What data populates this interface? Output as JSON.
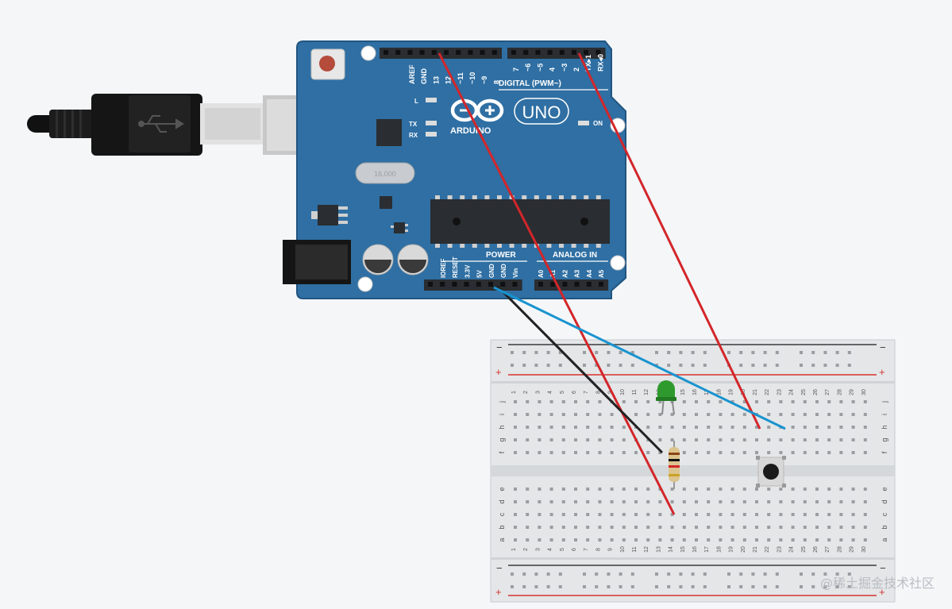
{
  "colors": {
    "board": "#2f6fa3",
    "board_edge": "#22557f",
    "header": "#2a2d31",
    "wire_red": "#d3262a",
    "wire_black": "#222222",
    "wire_blue": "#1893cf",
    "led": "#2e9a2e",
    "breadboard": "#e4e6e8",
    "rail_red": "#d4332f",
    "rail_dark": "#3a3a3a"
  },
  "icons": [
    "usb-symbol-icon",
    "arduino-infinity-logo-icon"
  ],
  "arduino": {
    "brand": "ARDUINO",
    "model": "UNO",
    "digital_label": "DIGITAL (PWM~)",
    "power_label": "POWER",
    "analog_label": "ANALOG IN",
    "crystal_label": "16.000",
    "on_label": "ON",
    "led_labels": [
      "L",
      "TX",
      "RX"
    ],
    "top_pins_left": [
      "AREF",
      "GND",
      "13",
      "12",
      "~11",
      "~10",
      "~9",
      "8"
    ],
    "top_pins_right": [
      "7",
      "~6",
      "~5",
      "4",
      "~3",
      "2",
      "TX▸1",
      "RX◂0"
    ],
    "power_pins": [
      "IOREF",
      "RESET",
      "3.3V",
      "5V",
      "GND",
      "GND",
      "Vin"
    ],
    "analog_pins": [
      "A0",
      "A1",
      "A2",
      "A3",
      "A4",
      "A5"
    ]
  },
  "breadboard": {
    "columns": 30,
    "rows_top": [
      "j",
      "i",
      "h",
      "g",
      "f"
    ],
    "rows_bottom": [
      "e",
      "d",
      "c",
      "b",
      "a"
    ],
    "rail_minus": "−",
    "rail_plus": "+"
  },
  "watermark": "@稀土掘金技术社区"
}
